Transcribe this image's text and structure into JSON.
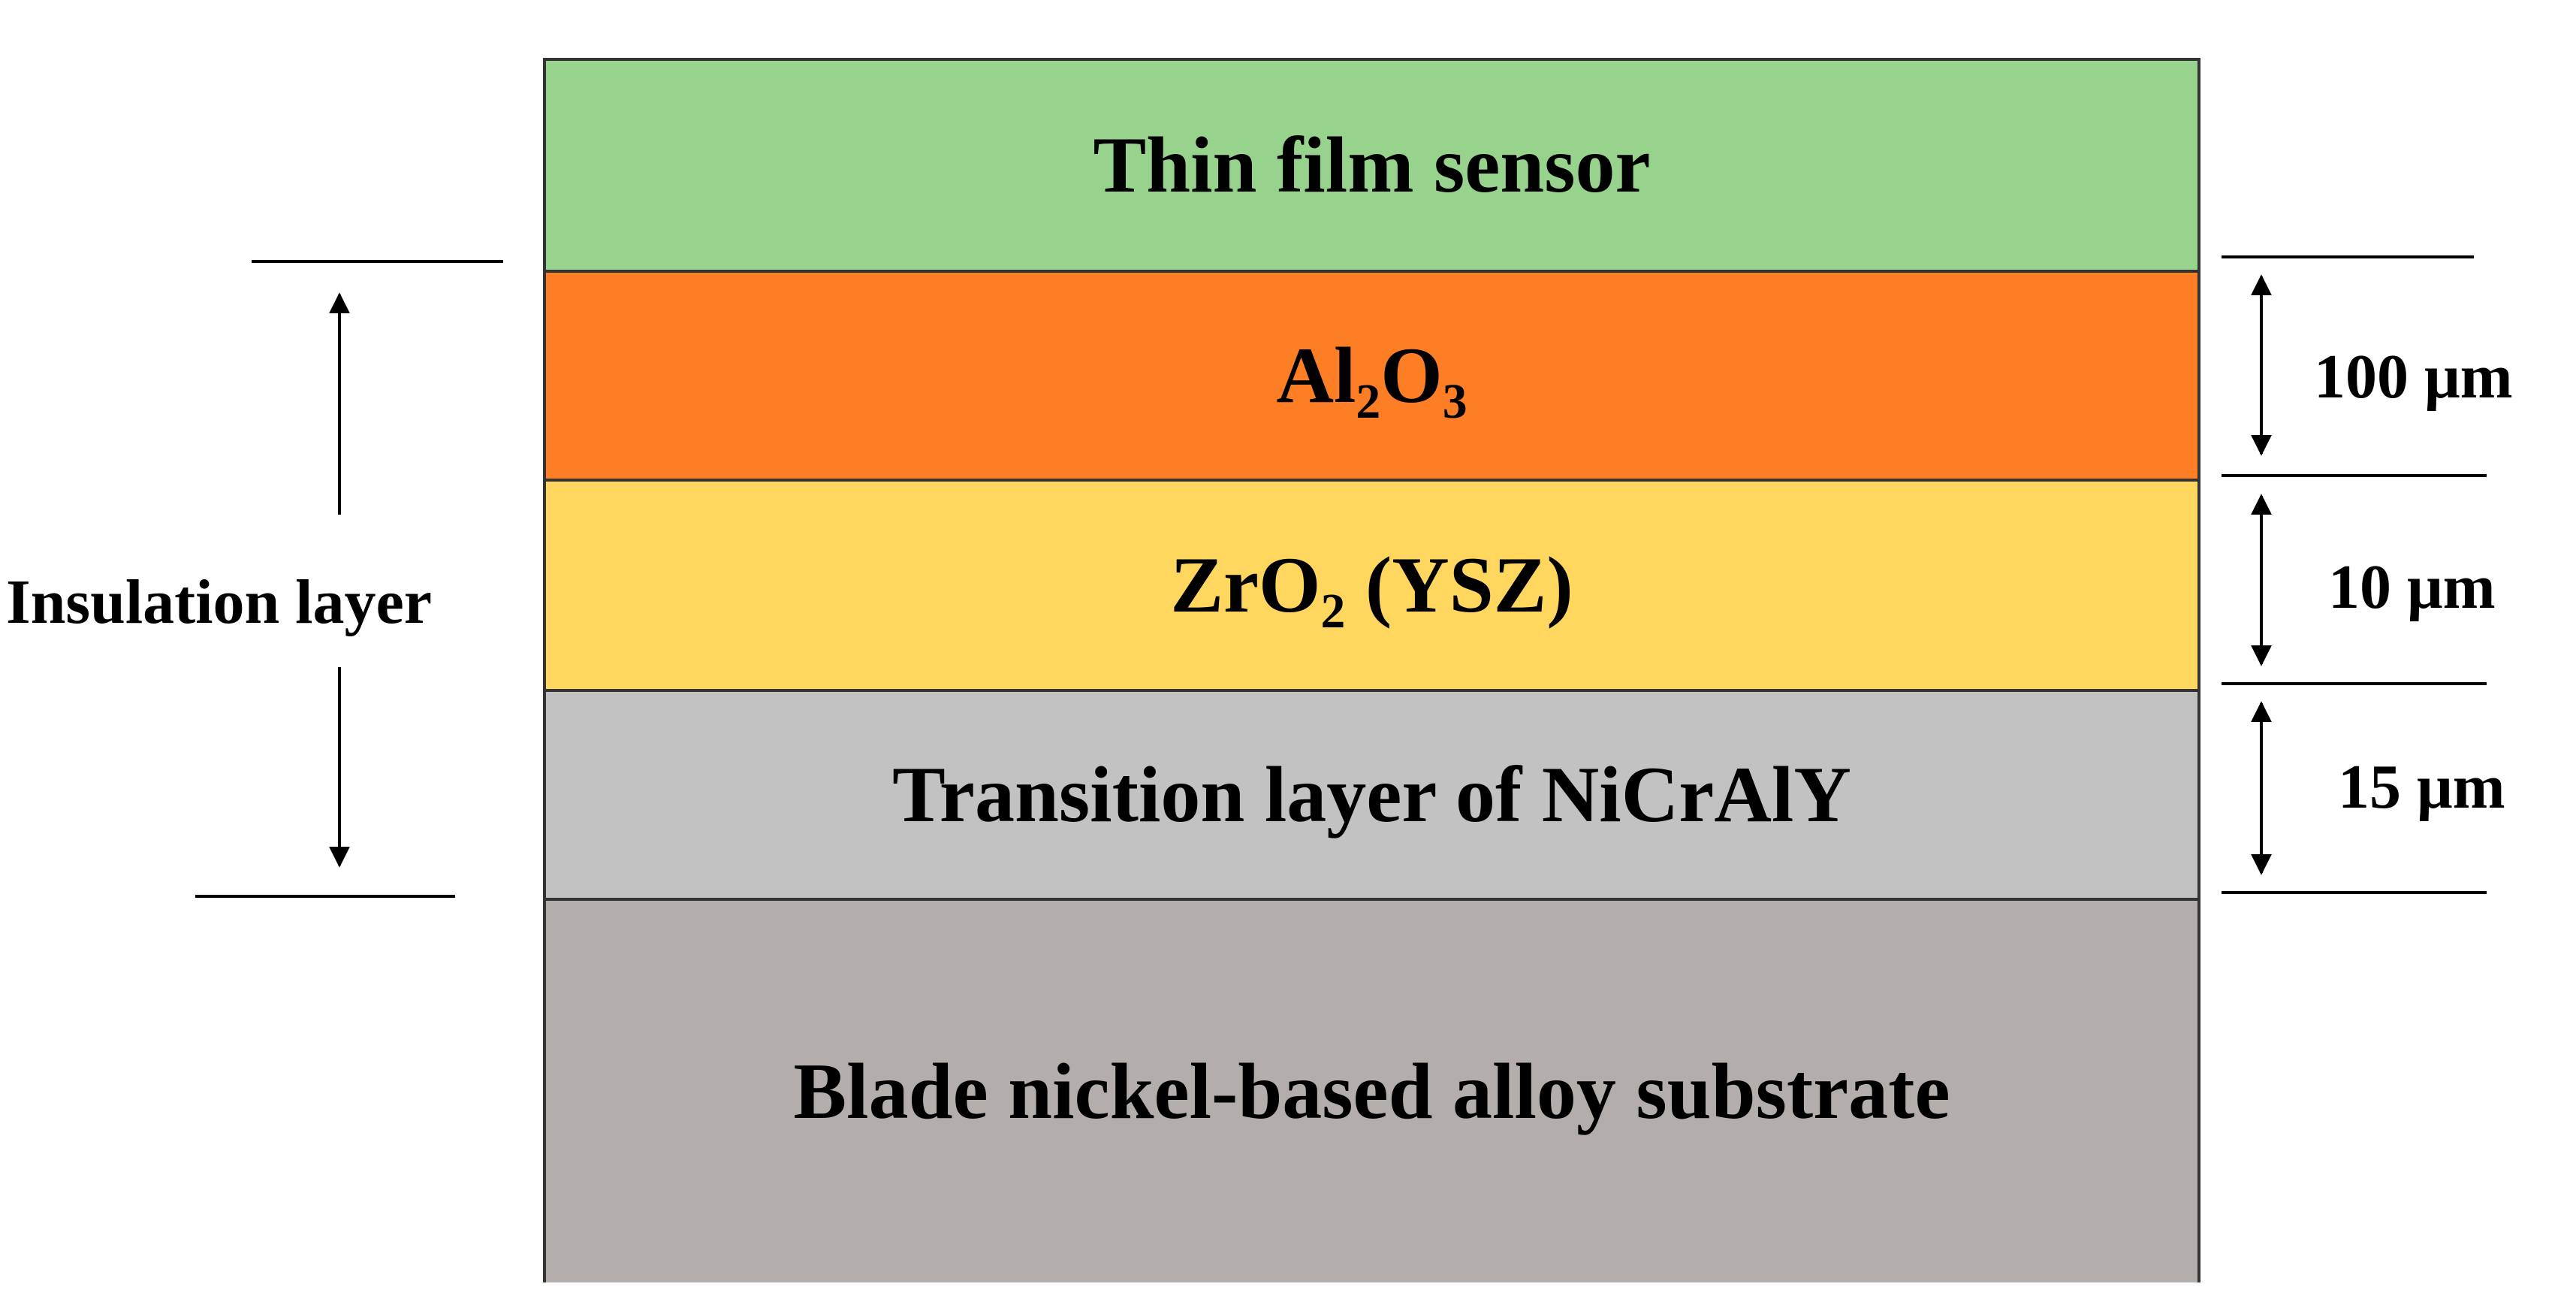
{
  "layers": {
    "sensor": {
      "label": "Thin film sensor",
      "color": "#97d38c"
    },
    "al2o3": {
      "base1": "Al",
      "sub1": "2",
      "base2": "O",
      "sub2": "3",
      "color": "#fe7e25"
    },
    "zro2": {
      "base1": "ZrO",
      "sub1": "2",
      "rest": " (YSZ)",
      "color": "#ffd65e"
    },
    "nicraly": {
      "label": "Transition layer of NiCrAlY",
      "color": "#c2c2c2"
    },
    "substrate": {
      "label": "Blade nickel-based alloy substrate",
      "color": "#b3aeab"
    }
  },
  "annotations": {
    "insulation_label": "Insulation layer",
    "thickness_al2o3": "100 μm",
    "thickness_zro2": "10 μm",
    "thickness_nicraly": "15 μm"
  },
  "colors": {
    "outline": "#333333",
    "text": "#000000"
  }
}
